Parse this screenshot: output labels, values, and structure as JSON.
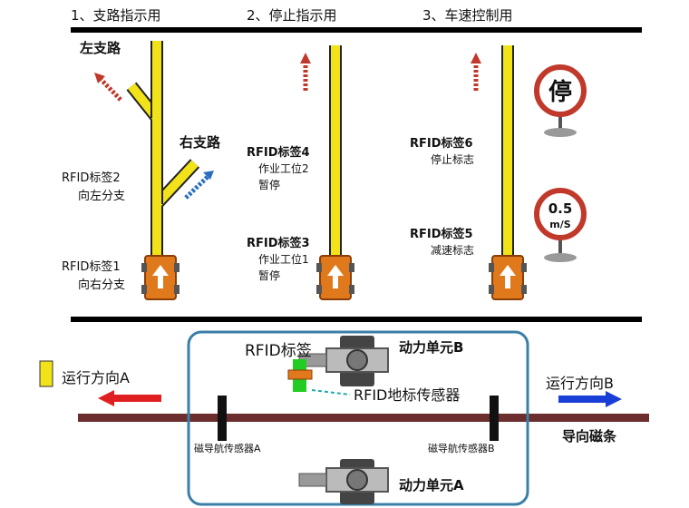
{
  "sections": [
    {
      "title": "1、支路指示用"
    },
    {
      "title": "2、停止指示用"
    },
    {
      "title": "3、车速控制用"
    }
  ],
  "section1": {
    "left_branch": "左支路",
    "right_branch": "右支路",
    "tag2_title": "RFID标签2",
    "tag2_desc": "向左分支",
    "tag1_title": "RFID标签1",
    "tag1_desc": "向右分支"
  },
  "section2": {
    "tag4_title": "RFID标签4",
    "tag4_line2": "作业工位2",
    "tag4_line3": "暂停",
    "tag3_title": "RFID标签3",
    "tag3_line2": "作业工位1",
    "tag3_line3": "暂停"
  },
  "section3": {
    "tag6_title": "RFID标签6",
    "tag6_desc": "停止标志",
    "tag5_title": "RFID标签5",
    "tag5_desc": "减速标志",
    "stop_sign": "停",
    "speed_value": "0.5",
    "speed_unit": "m/S"
  },
  "bottom": {
    "rfid_tag": "RFID标签",
    "power_unit_b": "动力单元B",
    "power_unit_a": "动力单元A",
    "direction_a": "运行方向A",
    "direction_b": "运行方向B",
    "rfid_sensor": "RFID地标传感器",
    "mag_sensor_a": "磁导航传感器A",
    "mag_sensor_b": "磁导航传感器B",
    "guide_strip": "导向磁条"
  },
  "colors": {
    "track": "#f2e21a",
    "vehicle": "#e0781c",
    "red_arrow": "#c0392b",
    "blue_arrow": "#2a6fbf",
    "strip": "#6b2d2d",
    "frame": "#3a7fa8",
    "sensor": "#22cc22"
  }
}
